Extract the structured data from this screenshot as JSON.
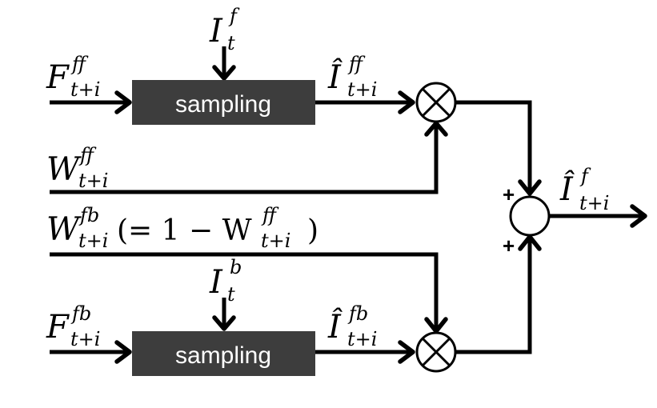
{
  "blocks": {
    "top_sampling": "sampling",
    "bottom_sampling": "sampling"
  },
  "signals": {
    "F_ff": {
      "base": "F",
      "sup": "ff",
      "sub": "t+i"
    },
    "I_f_in": {
      "base": "I",
      "sup": "f",
      "sub": "t"
    },
    "I_hat_ff": {
      "base": "Î",
      "sup": "ff",
      "sub": "t+i"
    },
    "W_ff": {
      "base": "W",
      "sup": "ff",
      "sub": "t+i"
    },
    "W_fb": {
      "base": "W",
      "sup": "fb",
      "sub": "t+i",
      "expr_open": "(= 1 − W",
      "expr_sup": "ff",
      "expr_sub": "t+i",
      "expr_close": ")"
    },
    "F_fb": {
      "base": "F",
      "sup": "fb",
      "sub": "t+i"
    },
    "I_b_in": {
      "base": "I",
      "sup": "b",
      "sub": "t"
    },
    "I_hat_fb": {
      "base": "Î",
      "sup": "fb",
      "sub": "t+i"
    },
    "I_hat_f_out": {
      "base": "Î",
      "sup": "f",
      "sub": "t+i"
    }
  },
  "operators": {
    "multiply_symbol": "⊗",
    "plus_top": "+",
    "plus_bottom": "+"
  },
  "colors": {
    "block_fill": "#3d3d3d",
    "block_text": "#ffffff",
    "lines": "#000000",
    "background": "#ffffff"
  }
}
